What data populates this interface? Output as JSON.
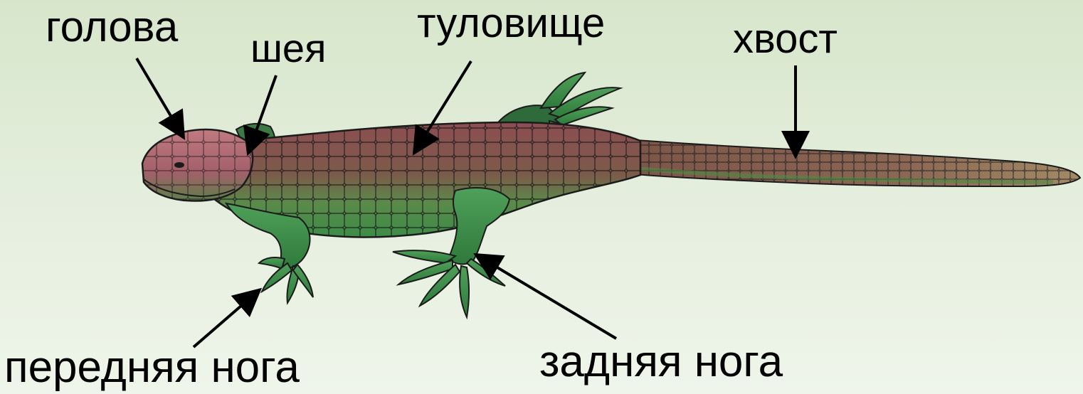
{
  "labels": {
    "head": "голова",
    "neck": "шея",
    "body": "туловище",
    "tail": "хвост",
    "front_leg": "передняя нога",
    "hind_leg": "задняя нога"
  },
  "colors": {
    "background_top": "#d7e6cb",
    "background_bottom": "#eff5ea",
    "scales_top": "#8a4a4a",
    "scales_bottom": "#3f8f4a",
    "legs": "#3e8a46",
    "arrow": "#000000"
  }
}
